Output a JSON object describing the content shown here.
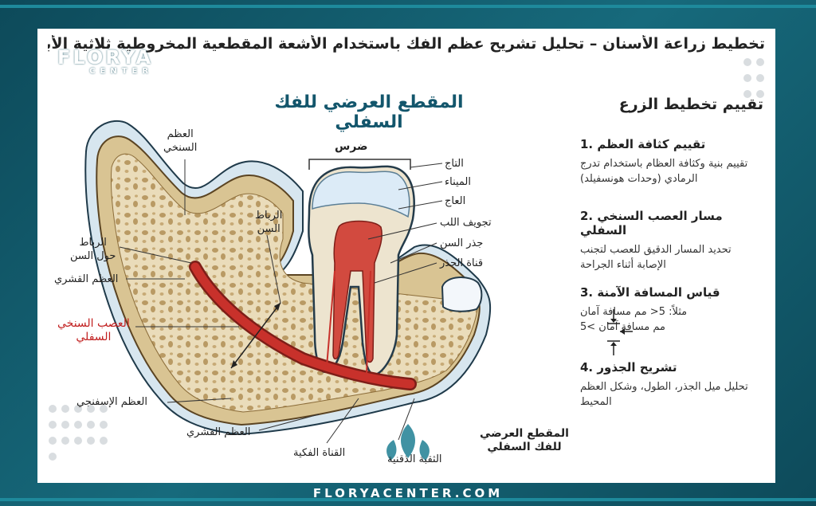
{
  "title": "تخطيط زراعة الأسنان – تحليل تشريح عظم الفك باستخدام الأشعة المقطعية المخروطية ثلاثية الأبعاد (CBCT)",
  "logo": {
    "name": "FLORYA",
    "sub": "CENTER"
  },
  "diagram_title": "المقطع العرضي للفك السفلي",
  "labels": {
    "tooth": "ضرس",
    "crown": "التاج",
    "enamel": "الميناء",
    "dentin": "العاج",
    "pulp_cavity": "تجويف اللب",
    "tooth_root": "جذر السن",
    "root_canal": "قناة الجذر",
    "alveolar_bone_1": "العظم",
    "alveolar_bone_2": "السنخي",
    "pdl_left_1": "الرباط",
    "pdl_left_2": "حول السن",
    "pdl_mid_1": "الرباط",
    "pdl_mid_2": "السن",
    "cortical_bone_top": "العظم القشري",
    "nerve_1": "العصب السنخي",
    "nerve_2": "السفلي",
    "cancellous_bone": "العظم الإسفنجي",
    "cortical_bone_bottom": "العظم القشري",
    "mandibular_canal": "القناة الفكية",
    "mental_foramen": "الثقبة الذقنية",
    "cross_section_1": "المقطع العرضي",
    "cross_section_2": "للفك السفلي"
  },
  "panel": {
    "heading": "تقييم تخطيط الزرع",
    "items": [
      {
        "title": "1. تقييم كثافة العظم",
        "text": "تقييم بنية وكثافة العظام باستخدام تدرج الرمادي (وحدات هونسفيلد)"
      },
      {
        "title": "2. مسار العصب السنخي السفلي",
        "text": "تحديد المسار الدقيق للعصب لتجنب الإصابة أثناء الجراحة"
      },
      {
        "title": "3. قياس المسافة الآمنة",
        "text": "مثلاً: 5< مم مسافة آمان",
        "text2": "5< مم مسافة آمان"
      },
      {
        "title": "4. تشريح الجذور",
        "text": "تحليل ميل الجذر، الطول، وشكل العظم المحيط"
      }
    ]
  },
  "website": "FLORYACENTER.COM",
  "colors": {
    "frame": "#0f5566",
    "bone": "#e9d9b4",
    "cortical": "#d9c493",
    "nerve": "#c8312b",
    "enamel": "#dfeefa",
    "pulp": "#d24a3f"
  }
}
